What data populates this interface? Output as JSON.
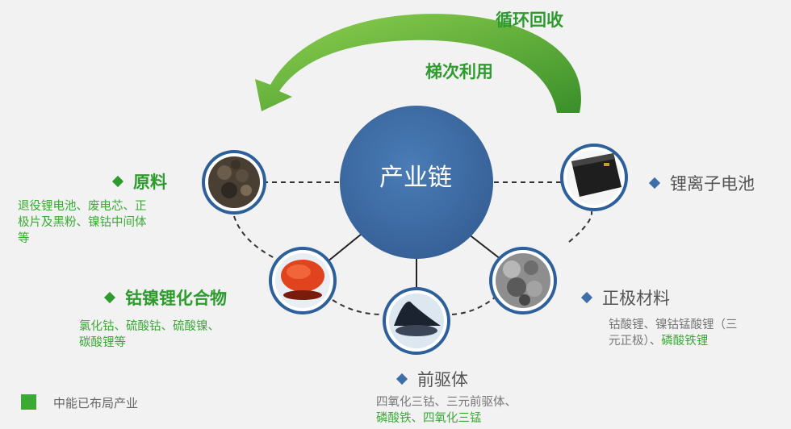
{
  "hub": {
    "label": "产业链"
  },
  "cycle": {
    "recycle_label": "循环回收",
    "cascade_label": "梯次利用"
  },
  "nodes": {
    "raw": {
      "title": "原料",
      "desc_line1": "退役锂电池、废电芯、正",
      "desc_line2": "极片及黑粉、镍钴中间体",
      "desc_line3": "等"
    },
    "compounds": {
      "title": "钴镍锂化合物",
      "desc_line1": "氯化钴、硫酸钴、硫酸镍、",
      "desc_line2": "碳酸锂等"
    },
    "precursor": {
      "title": "前驱体",
      "desc_line1": "四氧化三钴、三元前驱体、",
      "desc_line2": "磷酸铁、四氧化三锰"
    },
    "cathode": {
      "title": "正极材料",
      "desc_line1": "钴酸锂、镍钴锰酸锂（三",
      "desc_line2a": "元正极）、",
      "desc_line2b": "磷酸铁锂"
    },
    "battery": {
      "title": "锂离子电池"
    }
  },
  "legend": {
    "label": "中能已布局产业",
    "color": "#3aaa35"
  },
  "colors": {
    "hub": "#3f6ea6",
    "ring": "#2d5f9b",
    "arrow": "#4ea23a"
  }
}
